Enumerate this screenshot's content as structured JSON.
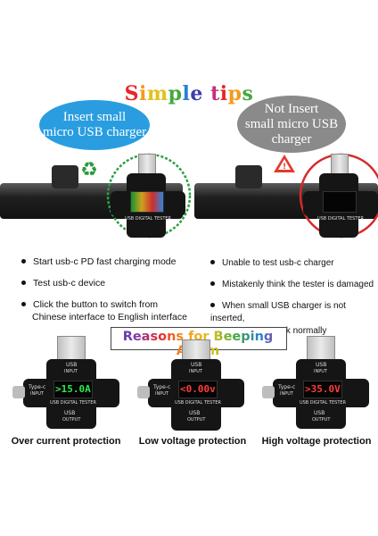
{
  "title": [
    "S",
    "i",
    "m",
    "p",
    "l",
    "e",
    " ",
    "t",
    "i",
    "p",
    "s"
  ],
  "bubble_left": {
    "line1": "Insert small",
    "line2": "micro USB charger"
  },
  "bubble_right": {
    "line1": "Not Insert",
    "line2": "small micro USB",
    "line3": "charger"
  },
  "left_bullets": [
    "Start usb-c PD fast charging mode",
    "Test usb-c device",
    "Click the button to switch from",
    "Chinese interface to English interface"
  ],
  "right_bullets": [
    "Unable to test usb-c charger",
    "Mistakenly think the tester is damaged",
    "When small USB charger is not inserted,",
    "USB - a can work normally"
  ],
  "reasons_title": "Reasons for Beeping Alarm",
  "tester_label": "USB DIGITAL TESTER",
  "usb_input": "USB",
  "usb_input_sub": "INPUT",
  "typec_label": "Type-c",
  "typec_sub": "INPUT",
  "usb_output": "USB",
  "usb_output_sub": "OUTPUT",
  "panels": [
    {
      "value": "15.0A",
      "prefix": ">",
      "value_color": "#2ee84a",
      "caption": "Over current protection"
    },
    {
      "value": "0.00v",
      "prefix": "<",
      "value_color": "#ff3b3b",
      "caption": "Low voltage protection"
    },
    {
      "value": "35.0V",
      "prefix": ">",
      "value_color": "#ff3b3b",
      "caption": "High voltage protection"
    }
  ],
  "colors": {
    "blue": "#2a9de0",
    "gray": "#8a8a8a",
    "green_ring": "#2ea043",
    "red_ring": "#d62a2a"
  }
}
